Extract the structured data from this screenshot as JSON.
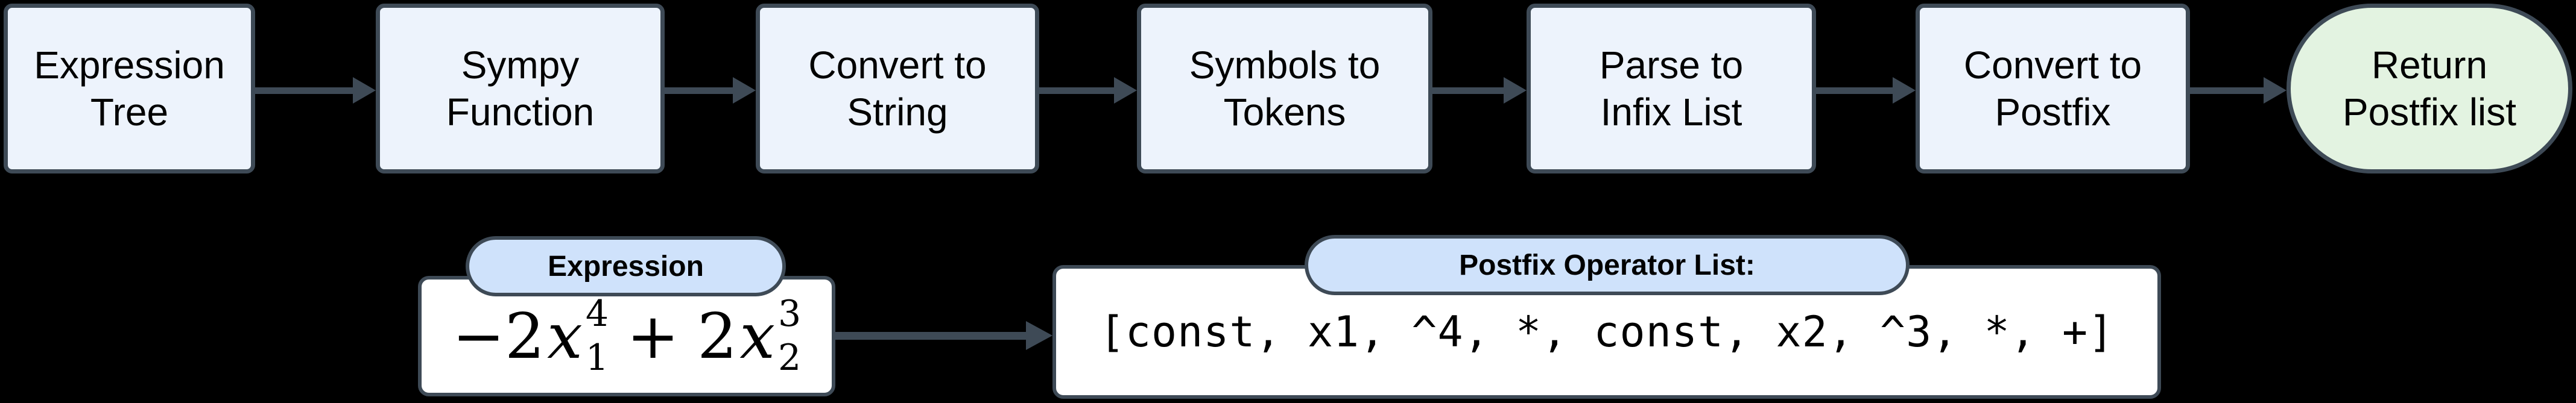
{
  "colors": {
    "background": "#000000",
    "node_fill": "#edf3fc",
    "terminal_fill": "#e3f3e1",
    "pill_fill": "#cfe2fb",
    "panel_fill": "#ffffff",
    "border_and_arrow": "#3e4a56",
    "text": "#000000"
  },
  "flow": {
    "nodes": [
      {
        "line1": "Expression",
        "line2": "Tree",
        "shape": "rect"
      },
      {
        "line1": "Sympy",
        "line2": "Function",
        "shape": "rect"
      },
      {
        "line1": "Convert to",
        "line2": "String",
        "shape": "rect"
      },
      {
        "line1": "Symbols to",
        "line2": "Tokens",
        "shape": "rect"
      },
      {
        "line1": "Parse to",
        "line2": "Infix List",
        "shape": "rect"
      },
      {
        "line1": "Convert to",
        "line2": "Postfix",
        "shape": "rect"
      },
      {
        "line1": "Return",
        "line2": "Postfix list",
        "shape": "stadium"
      }
    ]
  },
  "example": {
    "expression_label": "Expression",
    "formula": {
      "term1_coeff": "−2",
      "term1_var": "x",
      "term1_sup": "4",
      "term1_sub": "1",
      "operator": "+",
      "term2_coeff": "2",
      "term2_var": "x",
      "term2_sup": "3",
      "term2_sub": "2"
    },
    "postfix_label": "Postfix Operator List:",
    "postfix_list": "[const, x1, ^4, *, const, x2, ^3, *, +]"
  }
}
